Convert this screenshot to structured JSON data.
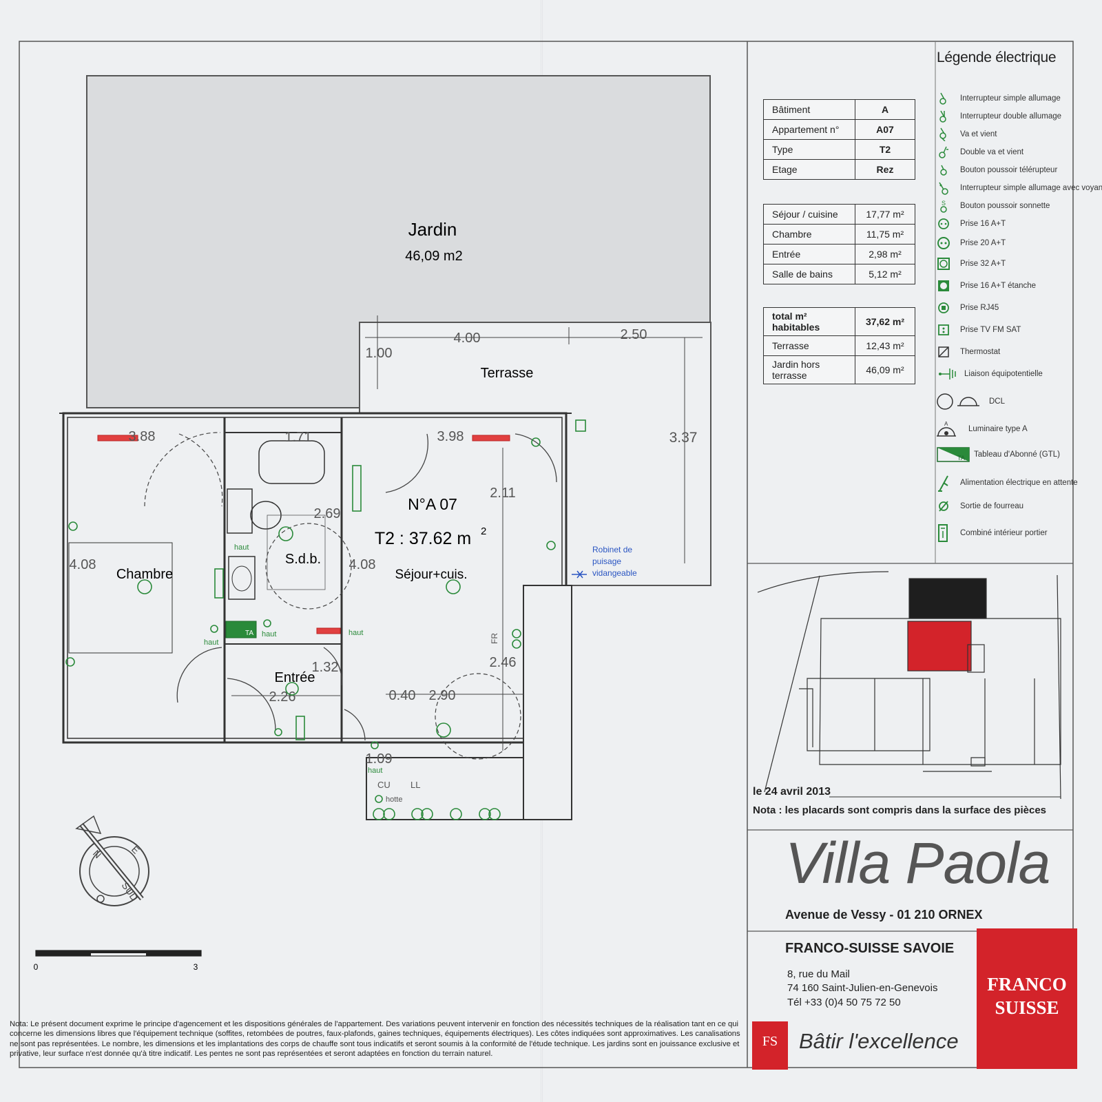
{
  "plan": {
    "garden": {
      "label": "Jardin",
      "area": "46,09 m2"
    },
    "terrace": {
      "label": "Terrasse"
    },
    "apartment": {
      "number": "N°A 07",
      "type_area": "T2 : 37.62 m",
      "type_area_sup": "2"
    },
    "rooms": {
      "chambre": "Chambre",
      "sdb": "S.d.b.",
      "sejour": "Séjour+cuis.",
      "entree": "Entrée"
    },
    "dimensions": {
      "d400": "4.00",
      "d250": "2.50",
      "d100": "1.00",
      "d337": "3.37",
      "d388": "3.88",
      "d171": "1.71",
      "d398": "3.98",
      "d211": "2.11",
      "d269": "2.69",
      "d408a": "4.08",
      "d408b": "4.08",
      "d132": "1.32",
      "d226": "2.26",
      "d246": "2.46",
      "d040": "0.40",
      "d290": "2.90",
      "d109": "1.09"
    },
    "small_labels": {
      "robinet1": "Robinet de",
      "robinet2": "puisage",
      "robinet3": "vidangeable",
      "haut": "haut",
      "ta": "TA",
      "cu": "CU",
      "ll": "LL",
      "hotte": "hotte",
      "fr": "FR"
    },
    "compass": {
      "n": "N",
      "e": "E",
      "sud": "SUD"
    },
    "scale": {
      "start": "0",
      "end": "3"
    }
  },
  "building_table": [
    {
      "label": "Bâtiment",
      "value": "A"
    },
    {
      "label": "Appartement n°",
      "value": "A07"
    },
    {
      "label": "Type",
      "value": "T2"
    },
    {
      "label": "Etage",
      "value": "Rez"
    }
  ],
  "rooms_table": [
    {
      "label": "Séjour / cuisine",
      "value": "17,77 m²"
    },
    {
      "label": "Chambre",
      "value": "11,75 m²"
    },
    {
      "label": "Entrée",
      "value": "2,98 m²"
    },
    {
      "label": "Salle de bains",
      "value": "5,12 m²"
    }
  ],
  "totals_table": [
    {
      "label": "total m² habitables",
      "value": "37,62 m²"
    },
    {
      "label": "Terrasse",
      "value": "12,43 m²"
    },
    {
      "label": "Jardin hors terrasse",
      "value": "46,09 m²"
    }
  ],
  "legend": {
    "title": "Légende électrique",
    "items": [
      {
        "label": "Interrupteur simple allumage",
        "icon": "switch-single-icon"
      },
      {
        "label": "Interrupteur double allumage",
        "icon": "switch-double-icon"
      },
      {
        "label": "Va et vient",
        "icon": "two-way-switch-icon"
      },
      {
        "label": "Double va et vient",
        "icon": "double-two-way-switch-icon"
      },
      {
        "label": "Bouton poussoir télérupteur",
        "icon": "push-button-icon"
      },
      {
        "label": "Interrupteur simple allumage avec voyant",
        "icon": "switch-indicator-icon"
      },
      {
        "label": "Bouton poussoir sonnette",
        "icon": "doorbell-button-icon"
      },
      {
        "label": "Prise 16 A+T",
        "icon": "socket-16-icon"
      },
      {
        "label": "Prise 20 A+T",
        "icon": "socket-20-icon"
      },
      {
        "label": "Prise 32 A+T",
        "icon": "socket-32-icon"
      },
      {
        "label": "Prise 16 A+T étanche",
        "icon": "socket-waterproof-icon"
      },
      {
        "label": "Prise RJ45",
        "icon": "rj45-icon"
      },
      {
        "label": "Prise TV FM SAT",
        "icon": "tv-socket-icon"
      },
      {
        "label": "Thermostat",
        "icon": "thermostat-icon"
      },
      {
        "label": "Liaison équipotentielle",
        "icon": "equipotential-icon"
      },
      {
        "label": "DCL",
        "icon": "dcl-icon"
      },
      {
        "label": "Luminaire type A",
        "icon": "luminaire-icon"
      },
      {
        "label": "Tableau d'Abonné (GTL)",
        "icon": "panel-icon"
      },
      {
        "label": "Alimentation électrique en attente",
        "icon": "power-supply-icon"
      },
      {
        "label": "Sortie de fourreau",
        "icon": "conduit-exit-icon"
      },
      {
        "label": "Combiné intérieur portier",
        "icon": "intercom-icon"
      }
    ]
  },
  "date": "le 24 avril 2013",
  "nota_placards": "Nota : les placards sont compris dans la surface des pièces",
  "project": {
    "name": "Villa Paola",
    "address": "Avenue de Vessy - 01 210 ORNEX"
  },
  "company": {
    "name": "FRANCO-SUISSE SAVOIE",
    "address1": "8, rue du Mail",
    "address2": "74 160 Saint-Julien-en-Genevois",
    "tel": "Tél    +33 (0)4 50 75 72 50",
    "brand_line1": "FRANCO",
    "brand_line2": "SUISSE",
    "logo": "FS",
    "slogan": "Bâtir l'excellence"
  },
  "disclaimer": "Nota: Le présent document exprime le principe d'agencement et les dispositions générales de l'appartement. Des variations peuvent intervenir en fonction des nécessités techniques de la réalisation tant en ce qui concerne les dimensions libres que l'équipement technique (soffites, retombées de poutres, faux-plafonds, gaines techniques, équipements électriques). Les côtes indiquées sont approximatives. Les canalisations ne sont pas représentées. Le nombre, les dimensions et les implantations des corps de chauffe sont tous indicatifs et seront soumis à la conformité de l'étude technique. Les jardins sont en jouissance exclusive et privative, leur surface n'est donnée qu'à titre indicatif. Les pentes ne sont pas représentées et seront adaptées en fonction du terrain naturel.",
  "colors": {
    "electrical": "#2a8a3a",
    "brand_red": "#d3232a",
    "garden_grey": "#dadcde",
    "radiator_red": "#d33"
  }
}
